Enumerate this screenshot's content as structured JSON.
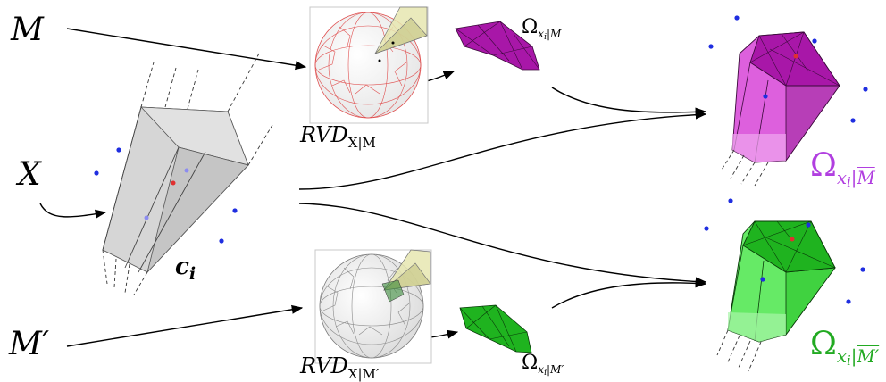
{
  "labels": {
    "M": "M",
    "X": "X",
    "M_prime": "M′",
    "c_i": "c",
    "c_i_sub": "i",
    "rvd_top": "RVD",
    "rvd_top_sub": "X|M",
    "rvd_bottom": "RVD",
    "rvd_bottom_sub": "X|M′",
    "omega_top_small": "Ω",
    "omega_top_small_sub_a": "x",
    "omega_top_small_sub_b": "i",
    "omega_top_small_sub_c": "|M",
    "omega_bottom_small": "Ω",
    "omega_bottom_small_sub_a": "x",
    "omega_bottom_small_sub_b": "i",
    "omega_bottom_small_sub_c": "|M′",
    "omega_top_big": "Ω",
    "omega_top_big_sub_a": "x",
    "omega_top_big_sub_b": "i",
    "omega_top_big_sub_c": "|",
    "omega_top_big_sub_d": "M",
    "omega_bottom_big": "Ω",
    "omega_bottom_big_sub_a": "x",
    "omega_bottom_big_sub_b": "i",
    "omega_bottom_big_sub_c": "|",
    "omega_bottom_big_sub_d": "M′"
  },
  "colors": {
    "magenta": "#a817a8",
    "magenta_light": "#d94fd9",
    "green": "#1fb31f",
    "green_light": "#55e855",
    "omega_top_color": "#b13fe0",
    "omega_bottom_color": "#22aa22",
    "point_blue": "#1f2ee0",
    "point_red": "#e03030",
    "cell_gray": "#d0d0d0",
    "sphere_edges_red": "#e05050",
    "sphere_edges_gray": "#909090",
    "cone_yellow": "#e6e6b0"
  }
}
